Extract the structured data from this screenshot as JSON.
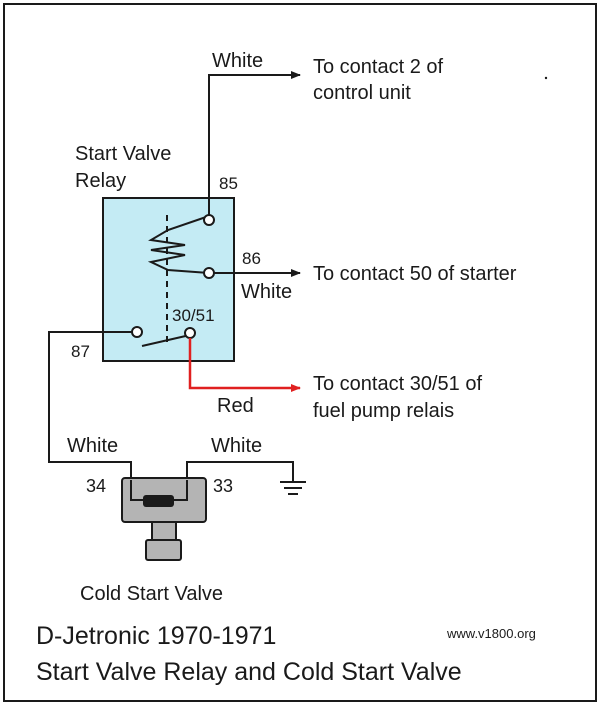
{
  "relay": {
    "name_line1": "Start Valve",
    "name_line2": "Relay",
    "terminal_85": "85",
    "terminal_86": "86",
    "terminal_30_51": "30/51",
    "terminal_87": "87"
  },
  "wires": {
    "white_to_control_unit": "White",
    "white_to_starter": "White",
    "red_to_fuel_pump": "Red",
    "white_to_terminal_34": "White",
    "white_to_terminal_33": "White"
  },
  "destinations": {
    "control_unit_line1": "To contact 2 of",
    "control_unit_line2": "control unit",
    "starter": "To contact 50 of starter",
    "fuel_pump_line1": "To contact 30/51 of",
    "fuel_pump_line2": "fuel pump relais"
  },
  "valve": {
    "terminal_34": "34",
    "terminal_33": "33",
    "name": "Cold Start Valve"
  },
  "footer": {
    "title_line1": "D-Jetronic 1970-1971",
    "title_line2": "Start Valve Relay and Cold Start Valve",
    "website": "www.v1800.org"
  },
  "colors": {
    "relay_fill": "#c4ebf4",
    "valve_fill": "#b4b4b4",
    "red_wire": "#e02020",
    "line": "#1a1a1a"
  }
}
